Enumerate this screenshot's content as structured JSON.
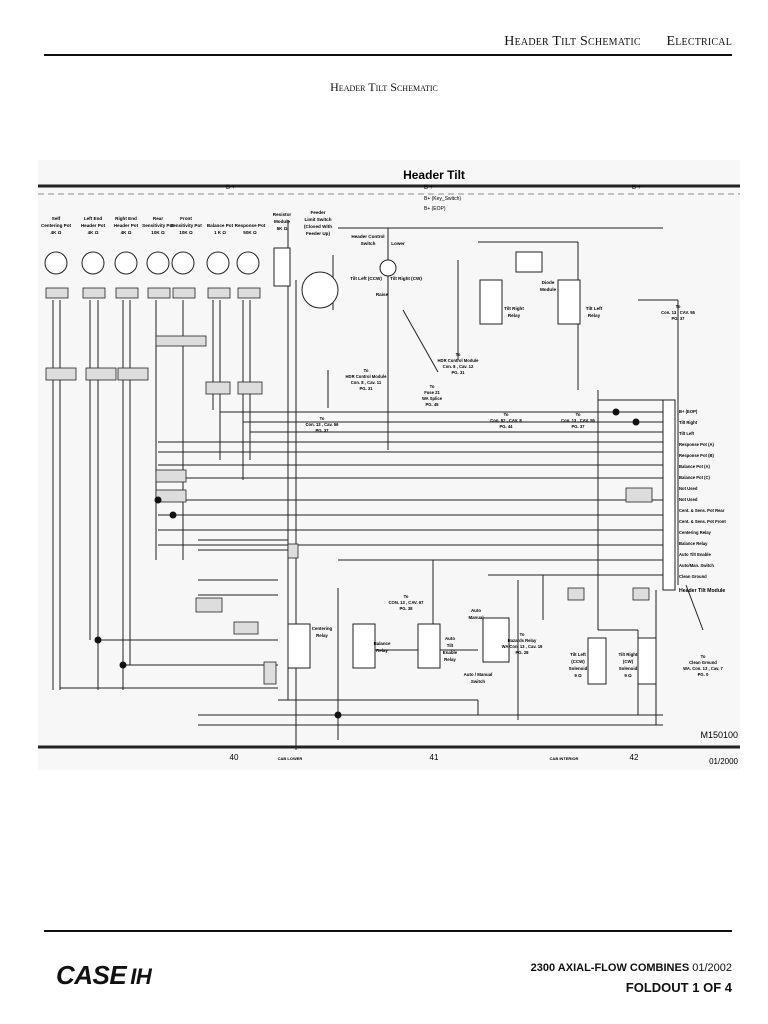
{
  "header": {
    "title": "Header Tilt Schematic",
    "section": "Electrical"
  },
  "subtitle": "Header Tilt Schematic",
  "diagram": {
    "title": "Header Tilt",
    "bplus_label": "B +",
    "bus_labels": [
      "B+ (Key_Switch)",
      "B+ (EOP)"
    ],
    "components": [
      {
        "id": "self-centering-pot",
        "label1": "Self",
        "label2": "Centering Pot",
        "label3": "4K Ω"
      },
      {
        "id": "left-end-header-pot",
        "label1": "Left End",
        "label2": "Header Pot",
        "label3": "4K Ω"
      },
      {
        "id": "right-end-header-pot",
        "label1": "Right End",
        "label2": "Header Pot",
        "label3": "4K Ω"
      },
      {
        "id": "rear-sensitivity-pot",
        "label1": "Rear",
        "label2": "Sensitivity Pot",
        "label3": "10K Ω"
      },
      {
        "id": "front-sensitivity-pot",
        "label1": "Front",
        "label2": "Sensitivity Pot",
        "label3": "10K Ω"
      },
      {
        "id": "balance-pot",
        "label1": "Balance Pot",
        "label2": "1 K Ω",
        "label3": ""
      },
      {
        "id": "response-pot",
        "label1": "Response Pot",
        "label2": "50K Ω",
        "label3": ""
      },
      {
        "id": "resistor-module",
        "label1": "Resistor",
        "label2": "Module",
        "label3": "5K Ω"
      }
    ],
    "feeder_switch": [
      "Feeder",
      "Limit Switch",
      "(Closed With",
      "Feeder Up)"
    ],
    "control_switch": [
      "Header Control",
      "Switch"
    ],
    "switch_positions": {
      "lower": "Lower",
      "raise": "Raise",
      "tilt_left": "Tilt Left (CCW)",
      "tilt_right": "Tilt Right (CW)"
    },
    "diode_module": [
      "Diode",
      "Module"
    ],
    "tilt_right_relay": [
      "Tilt Right",
      "Relay"
    ],
    "tilt_left_relay": [
      "Tilt Left",
      "Relay"
    ],
    "refs": [
      {
        "id": "ref-con13-cav55-top",
        "lines": [
          "To",
          "Con. 13 , CAV. 55",
          "PG. 37"
        ]
      },
      {
        "id": "ref-hdr-module-left",
        "lines": [
          "To",
          "HDR Control Module",
          "Con. 8 , Cav. 11",
          "PG. 31"
        ]
      },
      {
        "id": "ref-hdr-module-right",
        "lines": [
          "To",
          "HDR Control Module",
          "Con. 8 , Cav. 12",
          "PG. 31"
        ]
      },
      {
        "id": "ref-fuse21",
        "lines": [
          "To",
          "Fuse 21",
          "WA Splice",
          "PG. 45"
        ]
      },
      {
        "id": "ref-con13-cav56",
        "lines": [
          "To",
          "Con. 13 , Cav. 56",
          "PG. 37"
        ]
      },
      {
        "id": "ref-con82",
        "lines": [
          "To",
          "Con. 82 , CAV. 8",
          "PG. 44"
        ]
      },
      {
        "id": "ref-con13-cav55",
        "lines": [
          "To",
          "Con. 13 , CAV. 55",
          "PG. 37"
        ]
      },
      {
        "id": "ref-con13-cav67",
        "lines": [
          "To",
          "CON. 13 , CAV. 67",
          "PG. 38"
        ]
      },
      {
        "id": "ref-hazards-relay",
        "lines": [
          "To",
          "Hazards Relay",
          "WA Con. 13 , Cav. 19",
          "PG. 28"
        ]
      },
      {
        "id": "ref-clean-ground",
        "lines": [
          "To",
          "Clean Ground",
          "WA. Con. 13 , Cav. 7",
          "PG. 0"
        ]
      }
    ],
    "module_pins": [
      "B+ (EOP)",
      "Tilt Right",
      "Tilt Left",
      "Response Pot (A)",
      "Response Pot (B)",
      "Balance Pot (A)",
      "Balance Pot (C)",
      "Not Used",
      "Not Used",
      "Cent. & Sens. Pot Rear",
      "Cent. & Sens. Pot Front",
      "Centering Relay",
      "Balance Relay",
      "Auto Tilt Enable",
      "Auto/Man. Switch",
      "Clean Ground"
    ],
    "module_label": "Header Tilt Module",
    "relays": [
      {
        "id": "centering-relay",
        "lines": [
          "Centering",
          "Relay"
        ]
      },
      {
        "id": "balance-relay",
        "lines": [
          "Balance",
          "Relay"
        ]
      },
      {
        "id": "auto-tilt-enable-relay",
        "lines": [
          "Auto",
          "Tilt",
          "Enable",
          "Relay"
        ]
      }
    ],
    "auto_manual_switch": [
      "Auto / Manual",
      "Switch"
    ],
    "auto_manual_positions": [
      "Auto",
      "Manual"
    ],
    "solenoids": [
      {
        "id": "tilt-left-solenoid",
        "lines": [
          "Tilt Left",
          "(CCW)",
          "Solenoid",
          "9 Ω"
        ]
      },
      {
        "id": "tilt-right-solenoid",
        "lines": [
          "Tilt Right",
          "(CW)",
          "Solenoid",
          "9 Ω"
        ]
      }
    ],
    "code": "M150100",
    "date": "01/2000",
    "zones": [
      "40",
      "41",
      "42"
    ],
    "bottom_tags": [
      "CAB LOWER",
      "CAB INTERIOR"
    ]
  },
  "footer": {
    "brand": "CASE",
    "brand_mark": "IH",
    "model": "2300 AXIAL-FLOW COMBINES",
    "model_date": "01/2002",
    "foldout_word": "FOLDOUT",
    "foldout_page": "1",
    "foldout_of": "OF",
    "foldout_total": "4"
  }
}
